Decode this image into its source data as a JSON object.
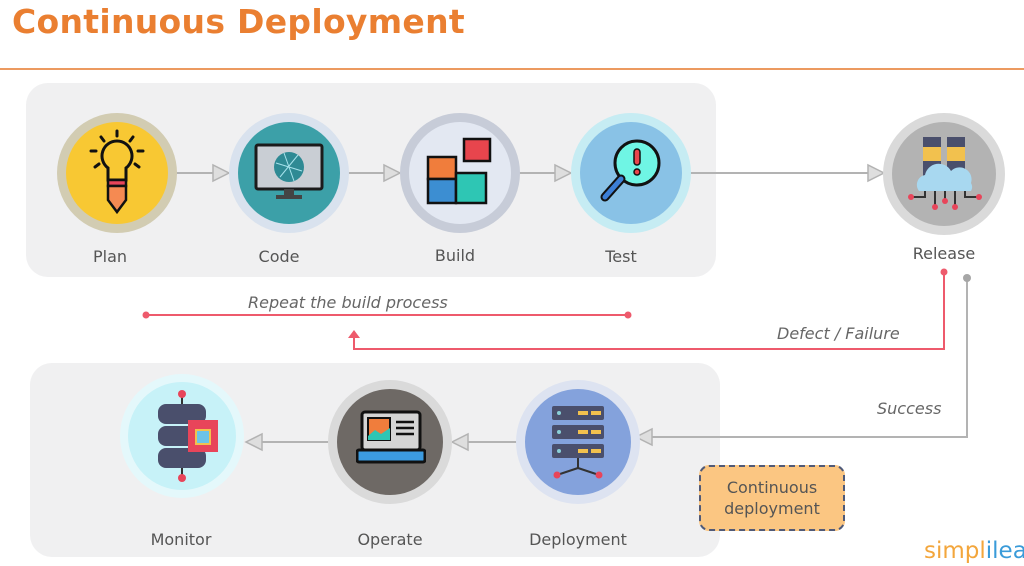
{
  "header": {
    "title": "Continuous Deployment"
  },
  "stages": {
    "plan": {
      "label": "Plan",
      "icon": "lightbulb-pencil-icon"
    },
    "code": {
      "label": "Code",
      "icon": "monitor-globe-icon"
    },
    "build": {
      "label": "Build",
      "icon": "puzzle-icon"
    },
    "test": {
      "label": "Test",
      "icon": "magnifier-alert-icon"
    },
    "release": {
      "label": "Release",
      "icon": "cloud-server-icon"
    },
    "deployment": {
      "label": "Deployment",
      "icon": "server-rack-icon"
    },
    "operate": {
      "label": "Operate",
      "icon": "laptop-image-icon"
    },
    "monitor": {
      "label": "Monitor",
      "icon": "database-lock-icon"
    }
  },
  "flows": {
    "repeat": "Repeat the build process",
    "defect": "Defect / Failure",
    "success": "Success"
  },
  "note": {
    "line1": "Continuous",
    "line2": "deployment"
  },
  "logo": {
    "part1": "simpl",
    "part2": "ilea"
  },
  "colors": {
    "accent": "#ea7f31",
    "defect": "#ee5a6c",
    "success": "#a6a6a6"
  }
}
